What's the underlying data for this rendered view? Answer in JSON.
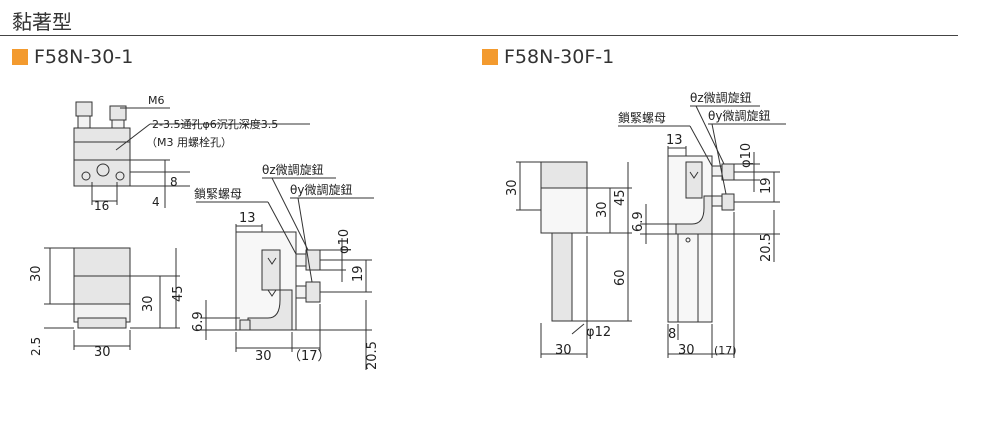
{
  "page": {
    "title": "黏著型"
  },
  "colors": {
    "accent": "#f39a2e",
    "line": "#333333",
    "fill": "#e6e6e6"
  },
  "left": {
    "model": "F58N-30-1",
    "callouts": {
      "m6": "M6",
      "hole": "2-3.5通孔φ6沉孔深度3.5",
      "bolt": "（M3 用螺栓孔）",
      "lock": "鎖緊螺母",
      "thz": "θz微調旋鈕",
      "thy": "θy微調旋鈕"
    },
    "dims": {
      "d8": "8",
      "d4": "4",
      "d16": "16",
      "d30_front_h": "30",
      "d30_front_inner": "30",
      "d45": "45",
      "d25": "2.5",
      "d30_front_w": "30",
      "d13": "13",
      "d10": "φ10",
      "d19": "19",
      "d69": "6.9",
      "d30_side": "30",
      "d17": "（17）",
      "d205": "20.5"
    }
  },
  "right": {
    "model": "F58N-30F-1",
    "callouts": {
      "thz": "θz微調旋鈕",
      "thy": "θy微調旋鈕",
      "lock": "鎖緊螺母"
    },
    "dims": {
      "d30_left": "30",
      "d30_inner": "30",
      "d45": "45",
      "d69": "6.9",
      "d60": "60",
      "d12": "φ12",
      "d30_front_w": "30",
      "d13": "13",
      "d10": "φ10",
      "d19": "19",
      "d205": "20.5",
      "d8": "8",
      "d30_side_w": "30",
      "d17": "(17)"
    }
  }
}
